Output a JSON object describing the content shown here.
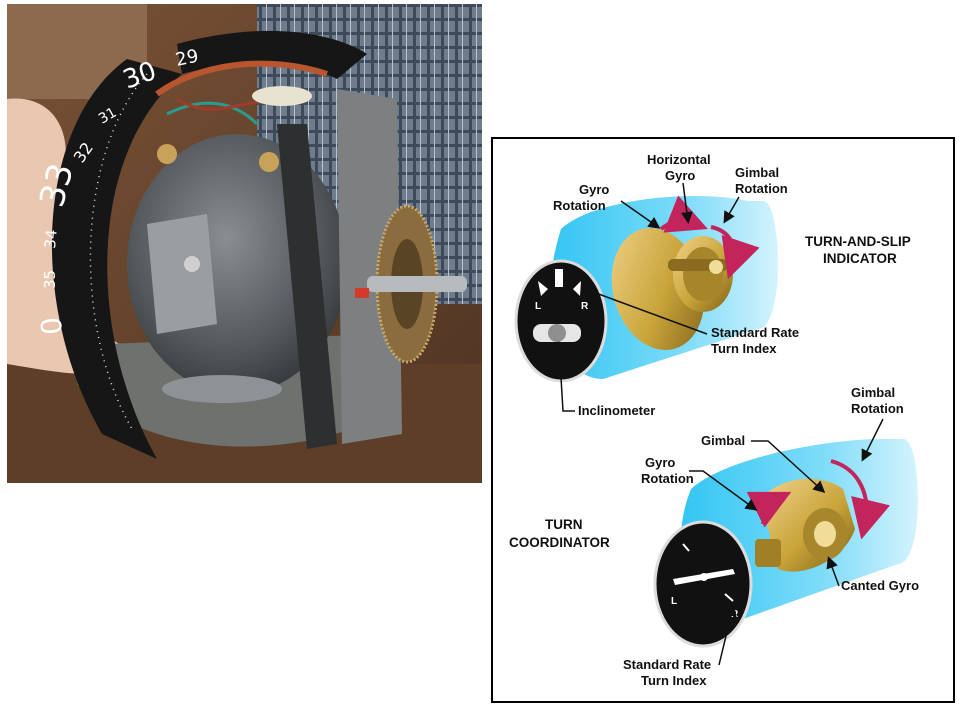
{
  "photo": {
    "compass_card_numbers": [
      "30",
      "31",
      "32",
      "33",
      "34",
      "35",
      "0",
      "29"
    ]
  },
  "diagram": {
    "turn_and_slip": {
      "title_line1": "TURN-AND-SLIP",
      "title_line2": "INDICATOR",
      "horizontal_gyro_line1": "Horizontal",
      "horizontal_gyro_line2": "Gyro",
      "gimbal_rotation_line1": "Gimbal",
      "gimbal_rotation_line2": "Rotation",
      "gyro_rotation_line1": "Gyro",
      "gyro_rotation_line2": "Rotation",
      "standard_rate_line1": "Standard Rate",
      "standard_rate_line2": "Turn Index",
      "inclinometer": "Inclinometer",
      "dial_left": "L",
      "dial_right": "R"
    },
    "turn_coordinator": {
      "title_line1": "TURN",
      "title_line2": "COORDINATOR",
      "gimbal_rotation_line1": "Gimbal",
      "gimbal_rotation_line2": "Rotation",
      "gimbal": "Gimbal",
      "gyro_rotation_line1": "Gyro",
      "gyro_rotation_line2": "Rotation",
      "canted_gyro": "Canted Gyro",
      "standard_rate_line1": "Standard Rate",
      "standard_rate_line2": "Turn Index",
      "dial_left": "L",
      "dial_right": "R"
    }
  },
  "colors": {
    "casing_blue": "#33c5f3",
    "brass": "#c9a43a",
    "arrow_red": "#c4245c",
    "dial_black": "#111111"
  }
}
